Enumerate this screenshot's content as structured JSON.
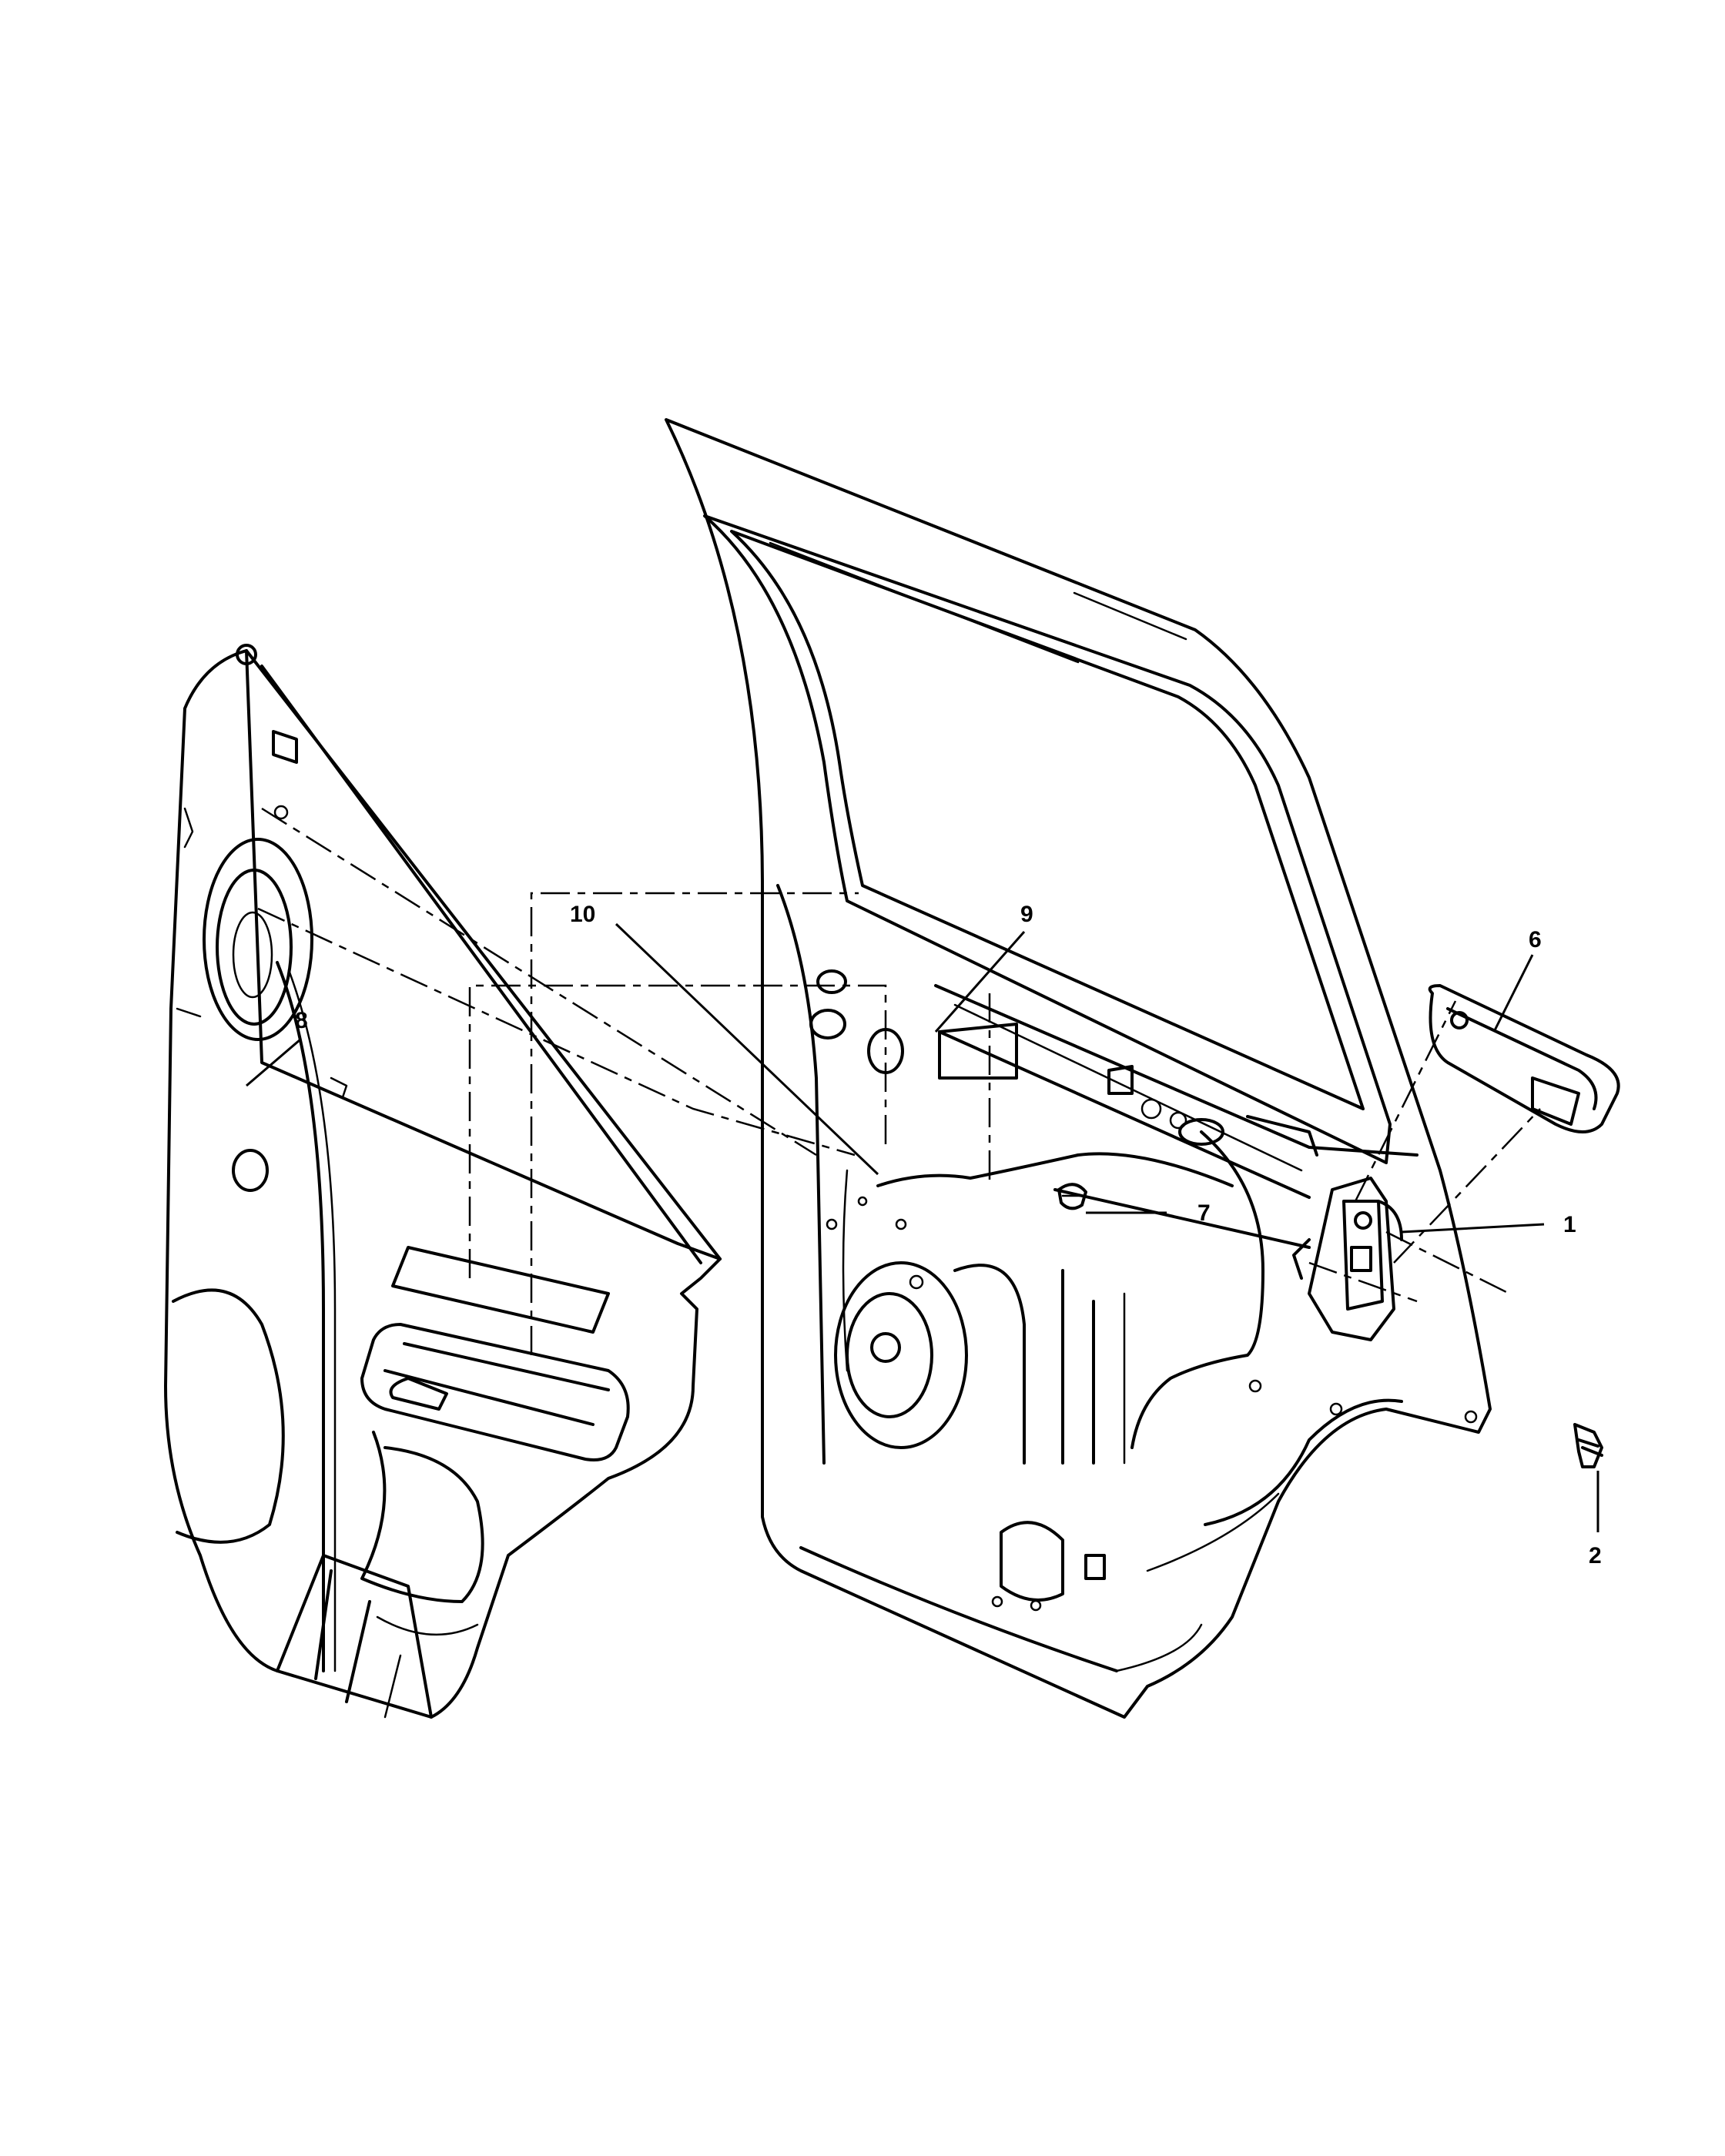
{
  "diagram": {
    "callouts": [
      {
        "id": "callout-1",
        "label": "1"
      },
      {
        "id": "callout-2",
        "label": "2"
      },
      {
        "id": "callout-6",
        "label": "6"
      },
      {
        "id": "callout-7",
        "label": "7"
      },
      {
        "id": "callout-8",
        "label": "8"
      },
      {
        "id": "callout-9",
        "label": "9"
      },
      {
        "id": "callout-10",
        "label": "10"
      }
    ]
  }
}
